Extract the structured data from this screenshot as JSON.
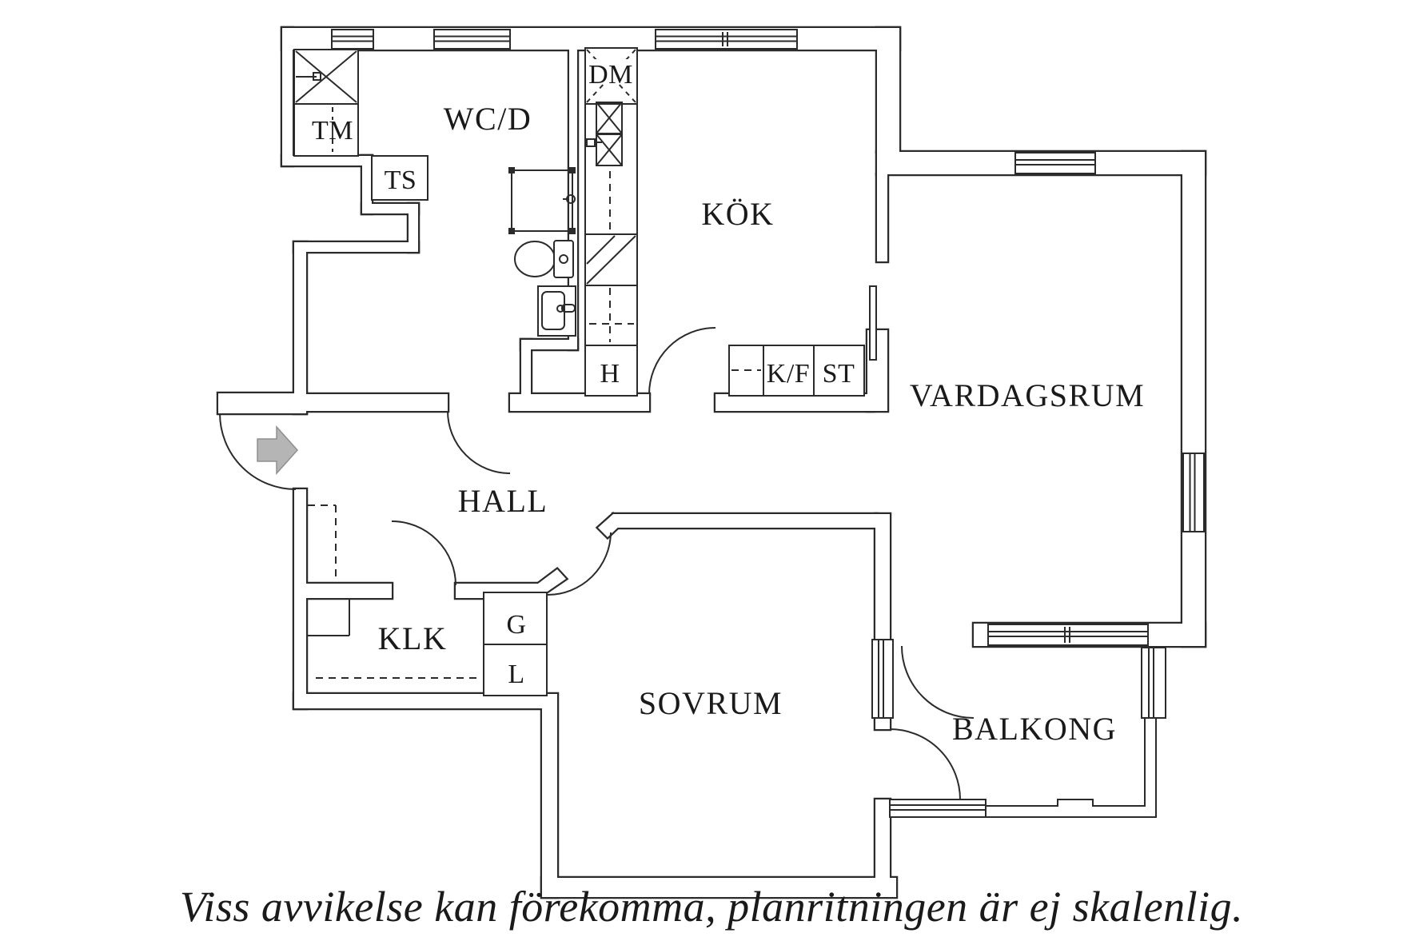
{
  "plan": {
    "rooms": {
      "wcd": "WC/D",
      "kok": "KÖK",
      "vardagsrum": "VARDAGSRUM",
      "hall": "HALL",
      "klk": "KLK",
      "sovrum": "SOVRUM",
      "balkong": "BALKONG"
    },
    "fixtures": {
      "tm": "TM",
      "ts": "TS",
      "dm": "DM",
      "h": "H",
      "kf": "K/F",
      "st": "ST",
      "g": "G",
      "l": "L"
    },
    "caption": "Viss avvikelse kan förekomma, planritningen är ej skalenlig.",
    "colors": {
      "line": "#2b2b2b",
      "arrow_fill": "#b5b5b5",
      "background": "#ffffff"
    }
  }
}
